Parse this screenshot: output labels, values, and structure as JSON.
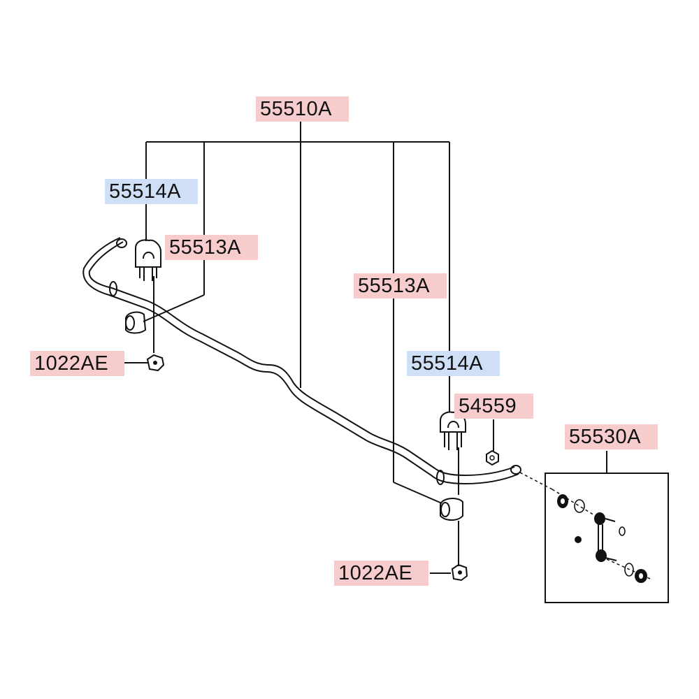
{
  "labels": {
    "stabilizer_bar": "55510A",
    "bracket_left": "55514A",
    "bushing_left": "55513A",
    "bolt_left": "1022AE",
    "bushing_right": "55513A",
    "bracket_right": "55514A",
    "nut": "54559",
    "link_assembly": "55530A",
    "bolt_right": "1022AE"
  },
  "colors": {
    "label_red": "#f6cccc",
    "label_blue": "#cfe0f6",
    "line": "#111111"
  }
}
